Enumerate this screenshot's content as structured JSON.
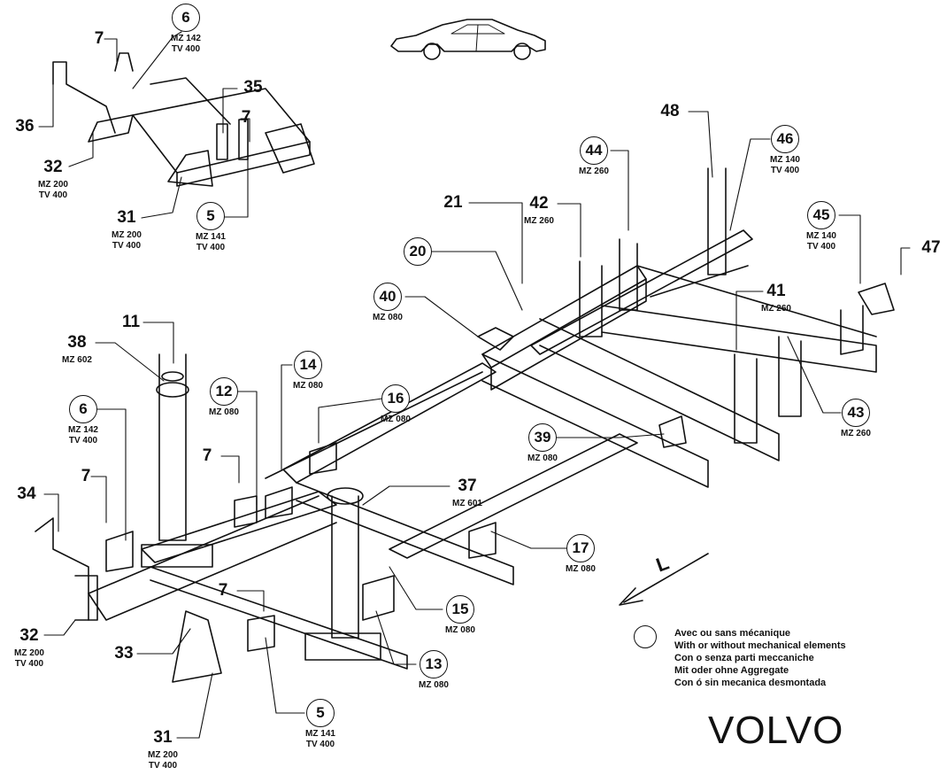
{
  "callouts": [
    {
      "id": "c6a",
      "num": "6",
      "circled": true,
      "sub": [
        "MZ 142",
        "TV 400"
      ]
    },
    {
      "id": "c7a",
      "num": "7",
      "circled": false,
      "sub": []
    },
    {
      "id": "c35",
      "num": "35",
      "circled": false,
      "sub": []
    },
    {
      "id": "c7b",
      "num": "7",
      "circled": false,
      "sub": []
    },
    {
      "id": "c36",
      "num": "36",
      "circled": false,
      "sub": []
    },
    {
      "id": "c32a",
      "num": "32",
      "circled": false,
      "sub": [
        "MZ 200",
        "TV 400"
      ]
    },
    {
      "id": "c31a",
      "num": "31",
      "circled": false,
      "sub": [
        "MZ 200",
        "TV 400"
      ]
    },
    {
      "id": "c5a",
      "num": "5",
      "circled": true,
      "sub": [
        "MZ 141",
        "TV 400"
      ]
    },
    {
      "id": "c48",
      "num": "48",
      "circled": false,
      "sub": []
    },
    {
      "id": "c44",
      "num": "44",
      "circled": true,
      "sub": [
        "MZ 260"
      ]
    },
    {
      "id": "c46",
      "num": "46",
      "circled": true,
      "sub": [
        "MZ 140",
        "TV 400"
      ]
    },
    {
      "id": "c21",
      "num": "21",
      "circled": false,
      "sub": []
    },
    {
      "id": "c42",
      "num": "42",
      "circled": false,
      "sub": [
        "MZ 260"
      ]
    },
    {
      "id": "c20",
      "num": "20",
      "circled": true,
      "sub": []
    },
    {
      "id": "c45",
      "num": "45",
      "circled": true,
      "sub": [
        "MZ 140",
        "TV 400"
      ]
    },
    {
      "id": "c47",
      "num": "47",
      "circled": false,
      "sub": []
    },
    {
      "id": "c40",
      "num": "40",
      "circled": true,
      "sub": [
        "MZ 080"
      ]
    },
    {
      "id": "c41",
      "num": "41",
      "circled": false,
      "sub": [
        "MZ 260"
      ]
    },
    {
      "id": "c11",
      "num": "11",
      "circled": false,
      "sub": []
    },
    {
      "id": "c38",
      "num": "38",
      "circled": false,
      "sub": [
        "MZ 602"
      ]
    },
    {
      "id": "c14",
      "num": "14",
      "circled": true,
      "sub": [
        "MZ 080"
      ]
    },
    {
      "id": "c12",
      "num": "12",
      "circled": true,
      "sub": [
        "MZ 080"
      ]
    },
    {
      "id": "c16",
      "num": "16",
      "circled": true,
      "sub": [
        "MZ 080"
      ]
    },
    {
      "id": "c43",
      "num": "43",
      "circled": true,
      "sub": [
        "MZ 260"
      ]
    },
    {
      "id": "c6b",
      "num": "6",
      "circled": true,
      "sub": [
        "MZ 142",
        "TV 400"
      ]
    },
    {
      "id": "c39",
      "num": "39",
      "circled": true,
      "sub": [
        "MZ 080"
      ]
    },
    {
      "id": "c7c",
      "num": "7",
      "circled": false,
      "sub": []
    },
    {
      "id": "c37",
      "num": "37",
      "circled": false,
      "sub": [
        "MZ 601"
      ]
    },
    {
      "id": "c34",
      "num": "34",
      "circled": false,
      "sub": []
    },
    {
      "id": "c7d",
      "num": "7",
      "circled": false,
      "sub": []
    },
    {
      "id": "c17",
      "num": "17",
      "circled": true,
      "sub": [
        "MZ 080"
      ]
    },
    {
      "id": "c7e",
      "num": "7",
      "circled": false,
      "sub": []
    },
    {
      "id": "c15",
      "num": "15",
      "circled": true,
      "sub": [
        "MZ 080"
      ]
    },
    {
      "id": "c32b",
      "num": "32",
      "circled": false,
      "sub": [
        "MZ 200",
        "TV 400"
      ]
    },
    {
      "id": "c33",
      "num": "33",
      "circled": false,
      "sub": []
    },
    {
      "id": "c13",
      "num": "13",
      "circled": true,
      "sub": [
        "MZ 080"
      ]
    },
    {
      "id": "c5b",
      "num": "5",
      "circled": true,
      "sub": [
        "MZ 141",
        "TV 400"
      ]
    },
    {
      "id": "c31b",
      "num": "31",
      "circled": false,
      "sub": [
        "MZ 200",
        "TV 400"
      ]
    }
  ],
  "legend": {
    "lines": [
      "Avec ou sans mécanique",
      "With or without mechanical elements",
      "Con o senza parti meccaniche",
      "Mit oder ohne Aggregate",
      "Con ó sin mecanica desmontada"
    ]
  },
  "brand": "VOLVO",
  "direction_label": "L",
  "colors": {
    "ink": "#111111",
    "paper": "#ffffff"
  }
}
